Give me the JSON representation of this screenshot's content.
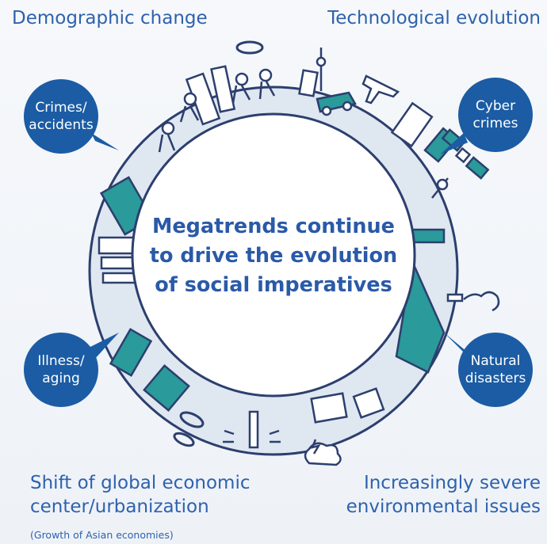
{
  "labels": {
    "top_left": "Demographic change",
    "top_right": "Technological evolution",
    "bottom_left_line1": "Shift of global economic",
    "bottom_left_line2": "center/urbanization",
    "bottom_left_sub": "(Growth of Asian economies)",
    "bottom_right_line1": "Increasingly severe",
    "bottom_right_line2": "environmental issues"
  },
  "center": {
    "line1": "Megatrends continue",
    "line2": "to drive the evolution",
    "line3": "of social imperatives"
  },
  "bubbles": {
    "crimes_line1": "Crimes/",
    "crimes_line2": "accidents",
    "cyber_line1": "Cyber",
    "cyber_line2": "crimes",
    "illness_line1": "Illness/",
    "illness_line2": "aging",
    "natural_line1": "Natural",
    "natural_line2": "disasters"
  },
  "colors": {
    "navy": "#1b5ca4",
    "text_blue": "#2e62ad",
    "teal": "#2a9a9a",
    "outline": "#2c3f6e"
  },
  "icons": [
    "people-icon",
    "buildings-icon",
    "car-icon",
    "airplane-icon",
    "satellite-icon",
    "windmill-icon",
    "factory-smoke-icon",
    "cloud-lightning-icon",
    "lighthouse-icon"
  ]
}
